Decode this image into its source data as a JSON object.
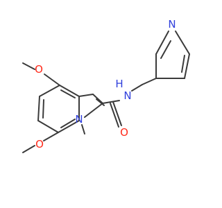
{
  "molecule": {
    "colors": {
      "bond": "#3a3a3a",
      "O": "#ff2a1a",
      "N": "#2f3fdc"
    },
    "labels": {
      "o_top": "O",
      "o_bottom": "O",
      "o_carbonyl": "O",
      "n_indole": "N",
      "n_amide": "N",
      "h_amide": "H",
      "n_pyridine": "N"
    }
  }
}
